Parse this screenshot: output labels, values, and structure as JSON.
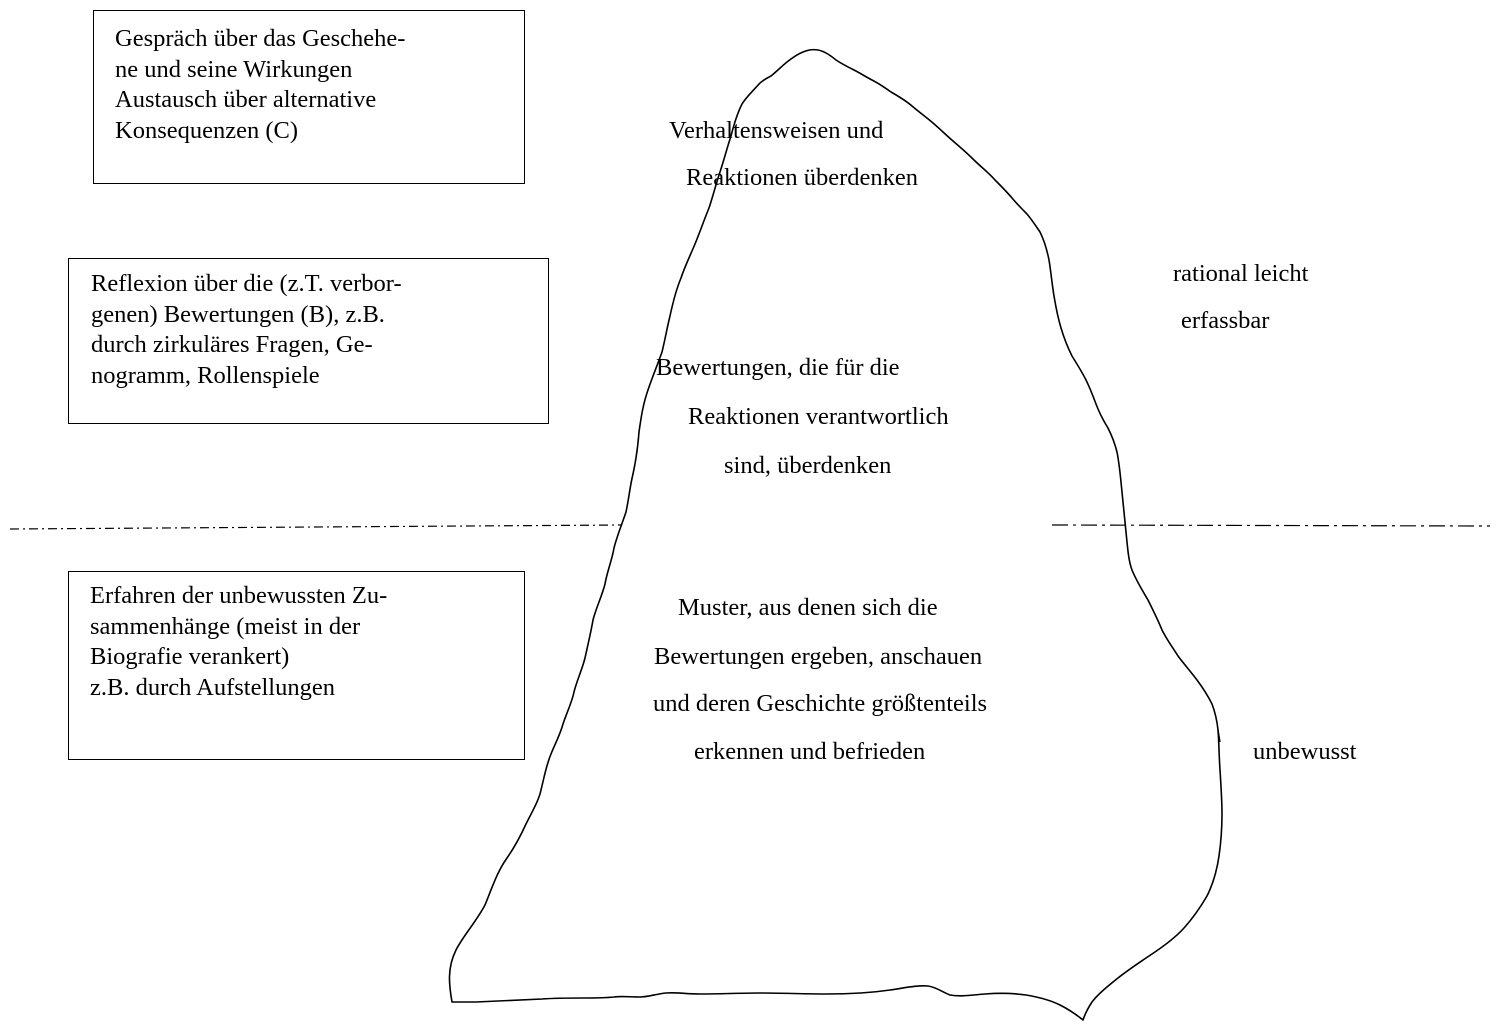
{
  "boxes": {
    "conversation": {
      "lines": [
        "Gespräch über das Geschehe-",
        "ne und seine Wirkungen",
        "Austausch über alternative",
        "Konsequenzen  (C)"
      ]
    },
    "reflection": {
      "lines": [
        "Reflexion über die (z.T. verbor-",
        "genen) Bewertungen (B), z.B.",
        "durch zirkuläres Fragen, Ge-",
        "nogramm, Rollenspiele"
      ]
    },
    "experience": {
      "lines": [
        "Erfahren der unbewussten Zu-",
        "sammenhänge (meist in der",
        "Biografie verankert)",
        "z.B. durch Aufstellungen"
      ]
    }
  },
  "iceberg": {
    "top_text": [
      "Verhaltensweisen und",
      "Reaktionen überdenken"
    ],
    "middle_text": [
      "Bewertungen, die für die",
      "Reaktionen verantwortlich",
      "sind,  überdenken"
    ],
    "bottom_text": [
      "Muster, aus denen sich die",
      "Bewertungen ergeben, anschauen",
      "und deren Geschichte größtenteils",
      "erkennen und befrieden"
    ]
  },
  "side_labels": {
    "rational": [
      "rational leicht",
      "erfassbar"
    ],
    "unconscious": "unbewusst"
  },
  "colors": {
    "line": "#000000",
    "background": "#ffffff"
  }
}
